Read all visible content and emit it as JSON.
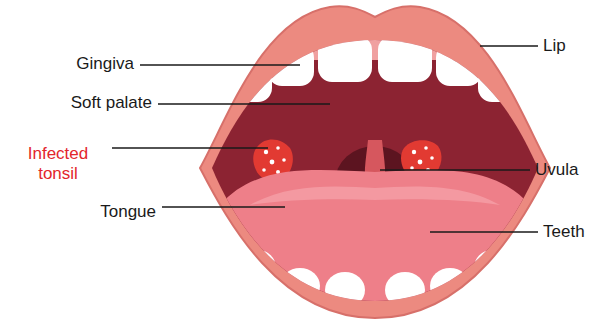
{
  "diagram": {
    "labels": [
      "Gingiva",
      "Lip",
      "Soft palate",
      "Infected tonsil",
      "Uvula",
      "Tongue",
      "Teeth"
    ]
  }
}
